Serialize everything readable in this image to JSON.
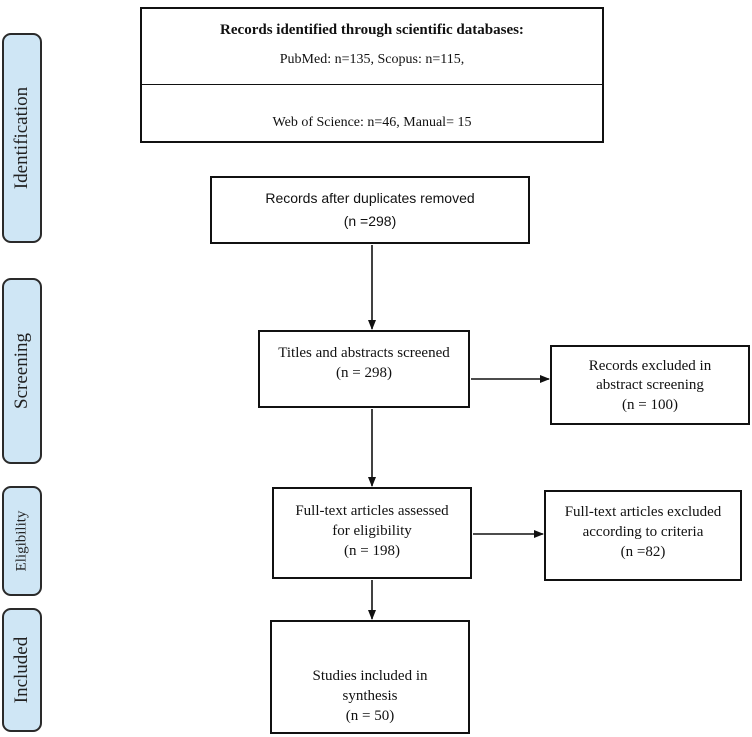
{
  "phases": {
    "identification": "Identification",
    "screening": "Screening",
    "eligibility": "Eligibility",
    "included": "Included"
  },
  "boxes": {
    "identified": {
      "title": "Records identified through scientific databases:",
      "line1": "PubMed: n=135, Scopus: n=115,",
      "line2": "Web of Science: n=46, Manual= 15"
    },
    "duplicates": {
      "line1": "Records after duplicates removed",
      "line2": "(n =298)"
    },
    "screened": {
      "line1": "Titles and abstracts screened",
      "line2": "(n = 298)"
    },
    "excluded_abstract": {
      "line1": "Records excluded in",
      "line2": "abstract screening",
      "line3": "(n = 100)"
    },
    "fulltext": {
      "line1": "Full-text articles assessed",
      "line2": "for eligibility",
      "line3": "(n = 198)"
    },
    "excluded_fulltext": {
      "line1": "Full-text articles excluded",
      "line2": "according to criteria",
      "line3": "(n =82)"
    },
    "included": {
      "line1": "Studies included in",
      "line2": "synthesis",
      "line3": "(n = 50)"
    }
  }
}
